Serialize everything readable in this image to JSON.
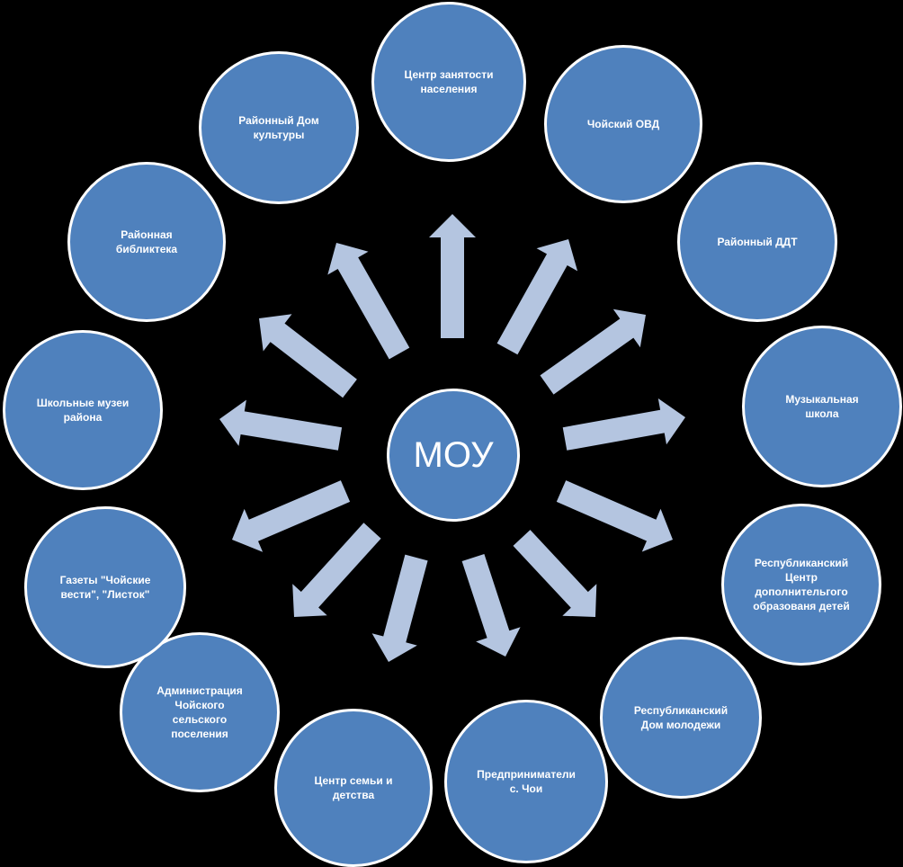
{
  "center": {
    "label": "МОУ"
  },
  "nodes": [
    {
      "label": "Центр занятости\nнаселения"
    },
    {
      "label": "Чойский ОВД"
    },
    {
      "label": "Районный ДДТ"
    },
    {
      "label": "Музыкальная\nшкола"
    },
    {
      "label": "Республиканский\nЦентр\nдополнительгого\nобразованя детей"
    },
    {
      "label": "Республиканский\nДом молодежи"
    },
    {
      "label": "Предприниматели\nс. Чои"
    },
    {
      "label": "Центр семьи и\nдетства"
    },
    {
      "label": "Администрация\nЧойского\nсельского\nпоселения"
    },
    {
      "label": "Газеты \"Чойские\nвести\", \"Листок\""
    },
    {
      "label": "Школьные музеи\nрайона"
    },
    {
      "label": "Районная\nбибликтека"
    },
    {
      "label": "Районный Дом\nкультуры"
    }
  ],
  "colors": {
    "background": "#000000",
    "node_fill": "#4f81bd",
    "node_border": "#ffffff",
    "arrow_fill": "#b4c5e0",
    "text": "#ffffff"
  }
}
